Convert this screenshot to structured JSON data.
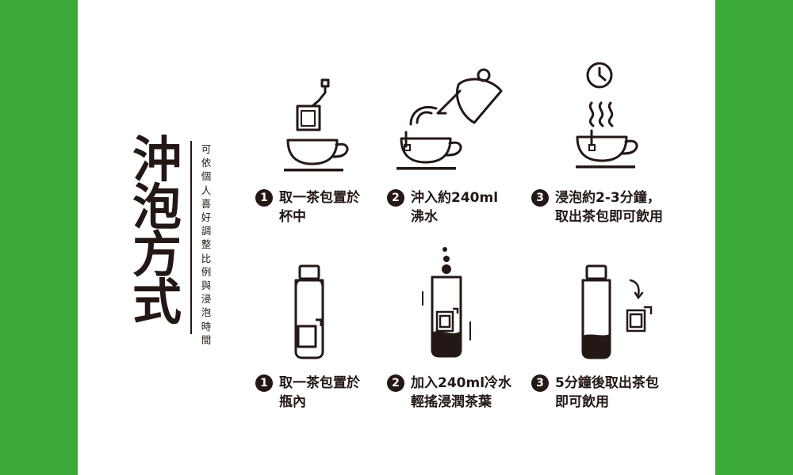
{
  "title": [
    "沖",
    "泡",
    "方",
    "式"
  ],
  "subtitle": [
    "可",
    "依",
    "個",
    "人",
    "喜",
    "好",
    "調",
    "整",
    "比",
    "例",
    "與",
    "浸",
    "泡",
    "時",
    "間"
  ],
  "hot_steps": [
    {
      "num": "1",
      "lines": [
        "取一茶包置於",
        "杯中"
      ]
    },
    {
      "num": "2",
      "lines": [
        "沖入約240ml",
        "沸水"
      ]
    },
    {
      "num": "3",
      "lines": [
        "浸泡約2-3分鐘，",
        "取出茶包即可飲用"
      ]
    }
  ],
  "cold_steps": [
    {
      "num": "1",
      "lines": [
        "取一茶包置於",
        "瓶內"
      ]
    },
    {
      "num": "2",
      "lines": [
        "加入240ml冷水",
        "輕搖浸潤茶葉"
      ]
    },
    {
      "num": "3",
      "lines": [
        "5分鐘後取出茶包",
        "即可飲用"
      ]
    }
  ],
  "colors": {
    "brand_green": "#3aa935",
    "ink": "#231815",
    "background": "#ffffff"
  },
  "icons": [
    "teabag-cup-icon",
    "kettle-pour-icon",
    "steaming-cup-timer-icon",
    "bottle-teabag-icon",
    "shaking-bottle-icon",
    "bottle-remove-teabag-icon"
  ]
}
